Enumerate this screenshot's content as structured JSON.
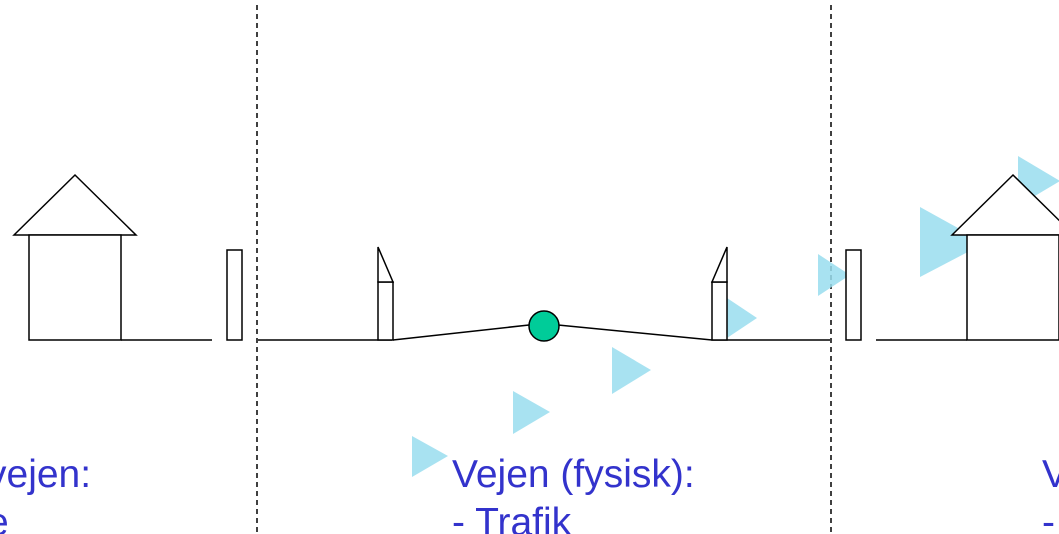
{
  "sections": [
    {
      "heading": "vejen:",
      "bullet": "e"
    },
    {
      "heading": "Vejen (fysisk):",
      "bullet": "- Trafik"
    },
    {
      "heading": "V",
      "bullet": "-"
    }
  ],
  "colors": {
    "text": "#3333cc",
    "node": "#00cc99",
    "arrow": "#99ddee",
    "line": "#000000"
  }
}
